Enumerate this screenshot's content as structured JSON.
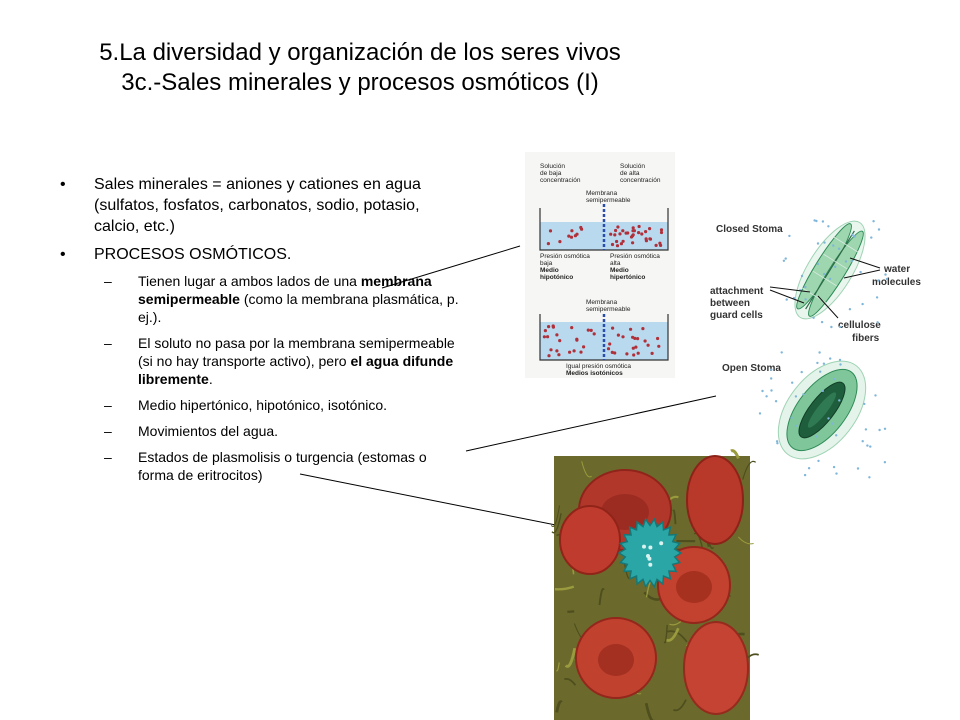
{
  "title": {
    "line1": "5.La diversidad y organización de los seres vivos",
    "line2": "3c.-Sales minerales y procesos osmóticos (I)"
  },
  "bullets": [
    {
      "symbol": "•",
      "text": "Sales minerales = aniones y cationes en agua (sulfatos, fosfatos, carbonatos, sodio, potasio, calcio,  etc.)"
    },
    {
      "symbol": "•",
      "text": "PROCESOS OSMÓTICOS."
    }
  ],
  "subbullets": [
    {
      "symbol": "–",
      "pre": "Tienen lugar a ambos lados de una ",
      "bold": "membrana semipermeable",
      "post": " (como la membrana plasmática, p. ej.)."
    },
    {
      "symbol": "–",
      "pre": "El soluto no pasa por la membrana semipermeable (si no hay transporte activo), pero ",
      "bold": "el agua difunde libremente",
      "post": "."
    },
    {
      "symbol": "–",
      "pre": "Medio hipertónico, hipotónico, isotónico.",
      "bold": "",
      "post": ""
    },
    {
      "symbol": "–",
      "pre": "Movimientos del agua.",
      "bold": "",
      "post": ""
    },
    {
      "symbol": "–",
      "pre": "Estados de plasmolisis o turgencia (estomas o forma de eritrocitos)",
      "bold": "",
      "post": ""
    }
  ],
  "osmosis_figure": {
    "top_left_label": [
      "Solución",
      "de baja",
      "concentración"
    ],
    "top_right_label": [
      "Solución",
      "de alta",
      "concentración"
    ],
    "membrane_label": [
      "Membrana",
      "semipermeable"
    ],
    "left_caption": [
      "Presión osmótica",
      "baja",
      "Medio",
      "hipotónico"
    ],
    "right_caption": [
      "Presión osmótica",
      "alta",
      "Medio",
      "hipertónico"
    ],
    "membrane_label_2": [
      "Membrana",
      "semipermeable"
    ],
    "bottom_caption": [
      "Igual presión osmótica",
      "Medios isotónicos"
    ]
  },
  "stoma_figure": {
    "closed_title": "Closed Stoma",
    "open_title": "Open Stoma",
    "water_label": [
      "water",
      "molecules"
    ],
    "attachment_label": [
      "attachment",
      "between",
      "guard cells"
    ],
    "cellulose_label": [
      "cellulose",
      "fibers"
    ]
  },
  "colors": {
    "water": "#b9d9ef",
    "solute": "#b0303a",
    "membrane": "#2a4ea8",
    "rbc": "#c23a2c",
    "crenated_cell": "#2aa6a6",
    "guard_cell": "#2e8b57"
  }
}
